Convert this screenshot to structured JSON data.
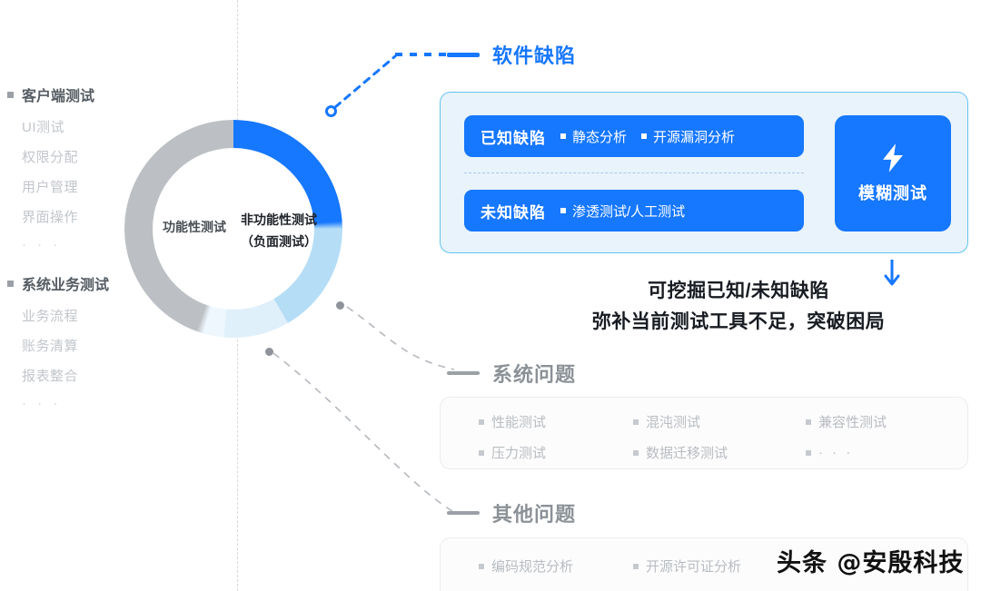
{
  "sidebar": {
    "groups": [
      {
        "title": "客户端测试",
        "items": [
          "UI测试",
          "权限分配",
          "用户管理",
          "界面操作",
          "· · ·"
        ]
      },
      {
        "title": "系统业务测试",
        "items": [
          "业务流程",
          "账务清算",
          "报表整合",
          "· · ·"
        ]
      }
    ]
  },
  "donut": {
    "left_label": "功能性测试",
    "right_label_line1": "非功能性测试",
    "right_label_line2": "（负面测试）"
  },
  "sections": {
    "defect": {
      "title": "软件缺陷",
      "rows": [
        {
          "label": "已知缺陷",
          "items": [
            "静态分析",
            "开源漏洞分析"
          ]
        },
        {
          "label": "未知缺陷",
          "items": [
            "渗透测试/人工测试"
          ]
        }
      ],
      "fuzz": {
        "icon": "lightning-bolt-icon",
        "label": "模糊测试"
      },
      "arrow": "arrow-down-icon",
      "tagline_line1": "可挖掘已知/未知缺陷",
      "tagline_line2": "弥补当前测试工具不足，突破困局"
    },
    "system": {
      "title": "系统问题",
      "rows": [
        [
          "性能测试",
          "混沌测试",
          "兼容性测试"
        ],
        [
          "压力测试",
          "数据迁移测试",
          "· · ·"
        ]
      ]
    },
    "other": {
      "title": "其他问题",
      "rows": [
        [
          "编码规范分析",
          "开源许可证分析"
        ]
      ]
    }
  },
  "watermark": "头条 @安殷科技",
  "colors": {
    "brand_blue": "#1677ff",
    "panel_bg": "#e9f3fc",
    "panel_border": "#62c4f0",
    "donut_gray": "#bcc0c4",
    "donut_light_blue": "#b5ddf6",
    "donut_pale_blue": "#dff0fb",
    "muted_text": "#c2c6cb"
  }
}
